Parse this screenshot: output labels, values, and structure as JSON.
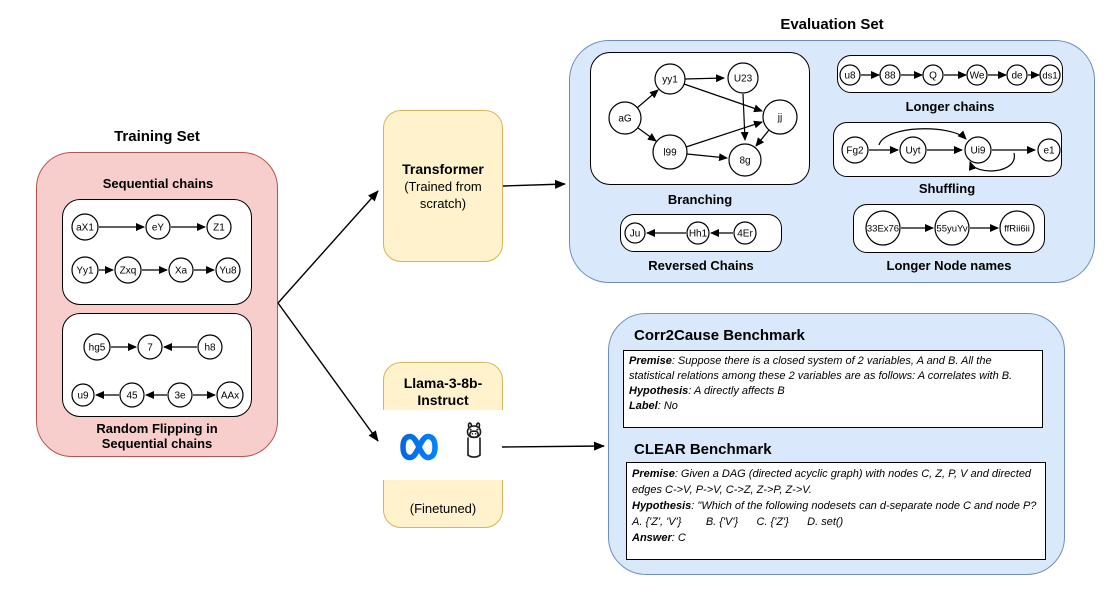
{
  "training_set": {
    "title": "Training Set",
    "sequential_chains_label": "Sequential chains",
    "random_flipping_label": [
      "Random Flipping in",
      "Sequential chains"
    ],
    "chains": {
      "chain1": [
        "aX1",
        "eY",
        "Z1"
      ],
      "chain2": [
        "Yy1",
        "Zxq",
        "Xa",
        "Yu8"
      ],
      "chain3": [
        "hg5",
        "7",
        "h8"
      ],
      "chain4": [
        "u9",
        "45",
        "3e",
        "AAx"
      ]
    }
  },
  "models": {
    "transformer": {
      "title": "Transformer",
      "subtitle": [
        "(Trained from",
        "scratch)"
      ]
    },
    "llama": {
      "title": [
        "Llama-3-8b-",
        "Instruct"
      ],
      "subtitle": "(Finetuned)",
      "icons": [
        "meta-logo",
        "llama-emoji"
      ]
    }
  },
  "evaluation_set": {
    "title": "Evaluation Set",
    "branching": {
      "label": "Branching",
      "nodes": [
        "aG",
        "yy1",
        "U23",
        "jj",
        "l99",
        "8g"
      ]
    },
    "longer_chains": {
      "label": "Longer chains",
      "nodes": [
        "u8",
        "88",
        "Q",
        "We",
        "de",
        "ds1"
      ]
    },
    "shuffling": {
      "label": "Shuffling",
      "nodes": [
        "Fg2",
        "Uyt",
        "Ui9",
        "e1"
      ]
    },
    "reversed_chains": {
      "label": "Reversed Chains",
      "nodes": [
        "Ju",
        "Hh1",
        "4Er"
      ]
    },
    "longer_node_names": {
      "label": "Longer Node names",
      "nodes": [
        "33Ex76",
        "55yuYv",
        "ffRii6ii"
      ]
    }
  },
  "benchmarks": {
    "corr2cause": {
      "title": "Corr2Cause Benchmark",
      "premise_label": "Premise",
      "premise_text": ": Suppose there is a closed system of 2 variables, A and B. All the statistical relations among these 2 variables are as follows: A correlates with B.",
      "hypothesis_label": "Hypothesis",
      "hypothesis_text": ": A directly affects B",
      "label_label": "Label",
      "label_text": ": No"
    },
    "clear": {
      "title": "CLEAR Benchmark",
      "premise_label": "Premise",
      "premise_text": ": Given a DAG (directed acyclic graph) with nodes C, Z, P, V and directed edges C->V, P->V, C->Z, Z->P, Z->V.",
      "hypothesis_label": "Hypothesis",
      "hypothesis_text": ": \"Which of the following nodesets can d-separate node C and node P?",
      "options_text": "A. {'Z', 'V'}        B. {'V'}      C. {'Z'}      D. set()",
      "answer_label": "Answer",
      "answer_text": ": C"
    }
  },
  "colors": {
    "training_fill": "#F8CECC",
    "training_stroke": "#B85450",
    "model_fill": "#FFF2CC",
    "model_stroke": "#D6B656",
    "evaluation_fill": "#DAE8FC",
    "evaluation_stroke": "#6C8EBF",
    "meta_blue_dark": "#0668E1",
    "meta_blue_light": "#0082FB",
    "edge_color": "#000000"
  }
}
